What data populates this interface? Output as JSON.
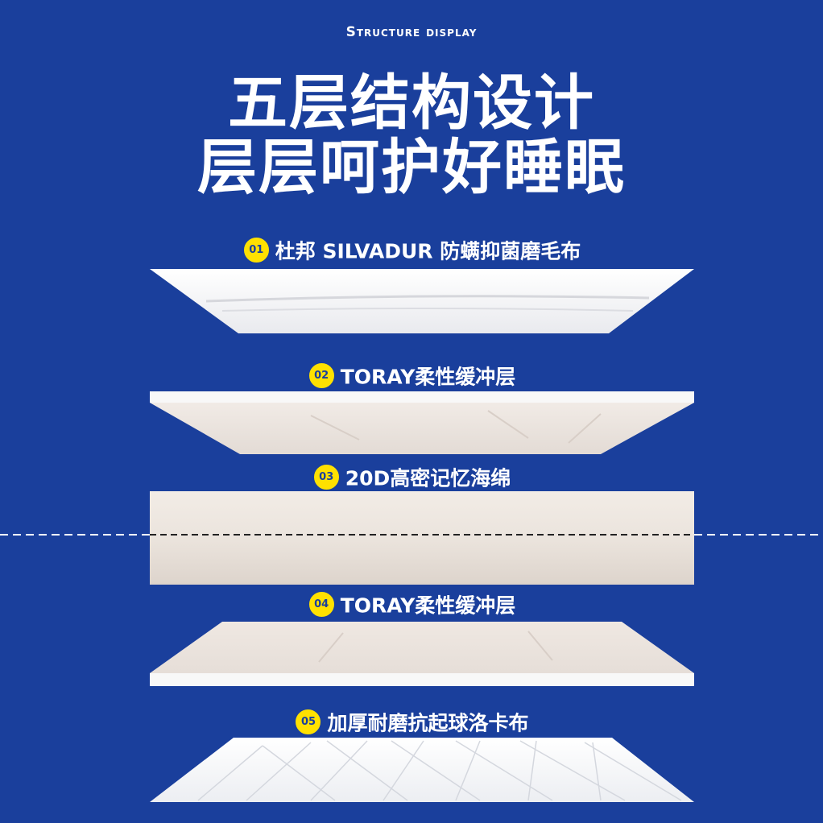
{
  "header": {
    "eyebrow": "Structure display",
    "line1": "五层结构设计",
    "line2": "层层呵护好睡眠"
  },
  "layers": [
    {
      "num": "01",
      "label": "杜邦 SILVADUR 防螨抑菌磨毛布"
    },
    {
      "num": "02",
      "label": "TORAY柔性缓冲层"
    },
    {
      "num": "03",
      "label": "20D高密记忆海绵"
    },
    {
      "num": "04",
      "label": "TORAY柔性缓冲层"
    },
    {
      "num": "05",
      "label": "加厚耐磨抗起球洛卡布"
    }
  ],
  "colors": {
    "background": "#1a3f9c",
    "badge": "#ffe100",
    "text": "#ffffff"
  }
}
